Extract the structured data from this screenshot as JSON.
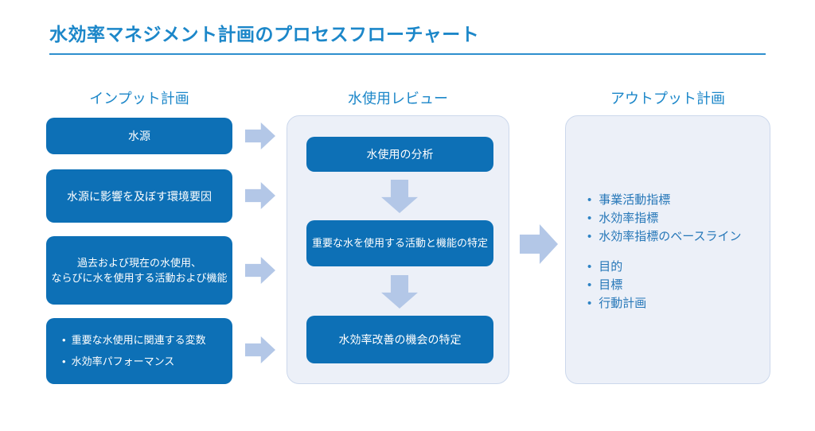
{
  "title": "水効率マネジメント計画のプロセスフローチャート",
  "columns": {
    "input": {
      "header": "インプット計画",
      "boxes": [
        {
          "lines": [
            "水源"
          ]
        },
        {
          "lines": [
            "水源に影響を及ぼす環境要因"
          ]
        },
        {
          "lines": [
            "過去および現在の水使用、",
            "ならびに水を使用する活動および機能"
          ]
        },
        {
          "bullets": [
            "重要な水使用に関連する変数",
            "水効率パフォーマンス"
          ]
        }
      ]
    },
    "review": {
      "header": "水使用レビュー",
      "boxes": [
        "水使用の分析",
        "重要な水を使用する活動と機能の特定",
        "水効率改善の機会の特定"
      ]
    },
    "output": {
      "header": "アウトプット計画",
      "bullet_groups": [
        [
          "事業活動指標",
          "水効率指標",
          "水効率指標のベースライン"
        ],
        [
          "目的",
          "目標",
          "行動計画"
        ]
      ]
    }
  },
  "colors": {
    "title_text": "#1c87c9",
    "box_fill": "#0d70b6",
    "box_text": "#ffffff",
    "panel_fill": "#ecf0f8",
    "panel_border": "#ccd8ec",
    "arrow_fill": "#b3c7e7",
    "output_list_text": "#2677b8",
    "rule": "#2e8fce"
  }
}
